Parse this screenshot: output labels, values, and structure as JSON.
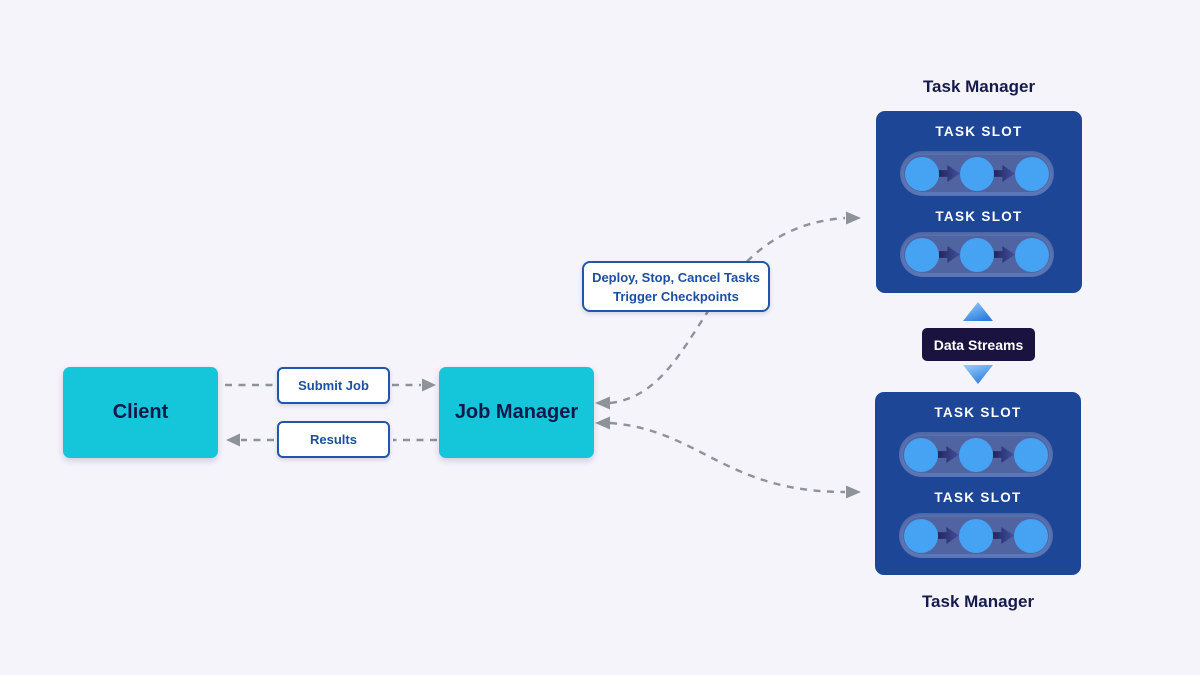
{
  "client": {
    "label": "Client"
  },
  "job_manager": {
    "label": "Job Manager"
  },
  "labels": {
    "submit_job": "Submit Job",
    "results": "Results",
    "deploy_line1": "Deploy, Stop, Cancel Tasks",
    "deploy_line2": "Trigger Checkpoints",
    "data_streams": "Data Streams"
  },
  "task_managers": [
    {
      "title": "Task Manager",
      "title_position": "above",
      "slots": [
        {
          "label": "TASK SLOT",
          "task_count": 3
        },
        {
          "label": "TASK SLOT",
          "task_count": 3
        }
      ]
    },
    {
      "title": "Task Manager",
      "title_position": "below",
      "slots": [
        {
          "label": "TASK SLOT",
          "task_count": 3
        },
        {
          "label": "TASK SLOT",
          "task_count": 3
        }
      ]
    }
  ],
  "colors": {
    "background": "#F5F4FB",
    "accent_cyan": "#15C5D9",
    "dark_navy_text": "#10194B",
    "task_manager_blue": "#1D4796",
    "slot_pill_blue": "#5C77B8",
    "slot_inner_blue": "#4F64A0",
    "task_circle_blue": "#46A2F2",
    "badge_navy": "#1A1340",
    "label_border_blue": "#2056AB",
    "label_text_blue": "#1D4FA1",
    "dash_gray": "#8D9399"
  }
}
